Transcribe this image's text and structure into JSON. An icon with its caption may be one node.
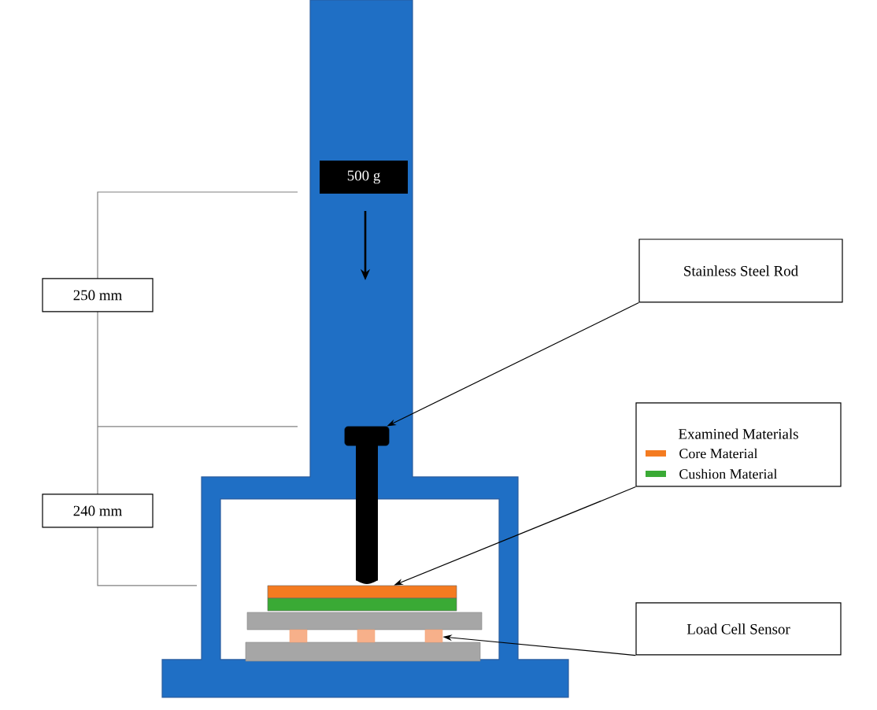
{
  "diagram": {
    "nodes": [
      {
        "text": [
          "Stainless Steel Rod"
        ]
      },
      {
        "text": [],
        "shape": "bar"
      },
      {
        "text": [
          "Examined Materials"
        ]
      },
      {
        "text": [],
        "shape": "box"
      },
      {
        "text": [
          "Load Cell Sensor"
        ]
      },
      {
        "text": [],
        "shape": "box"
      },
      {
        "text": [
          "500 g"
        ]
      }
    ],
    "edges": [
      {
        "from": 0,
        "to": 1,
        "arrow": "to"
      },
      {
        "from": 2,
        "to": 3,
        "arrow": "to"
      },
      {
        "from": 4,
        "to": 5,
        "arrow": "to"
      }
    ],
    "labels": [
      "250 mm",
      "240 mm"
    ],
    "legend": [
      {
        "text": "Core Material",
        "color": "#f47b20"
      },
      {
        "text": "Cushion Material",
        "color": "#3aaa35"
      }
    ]
  }
}
